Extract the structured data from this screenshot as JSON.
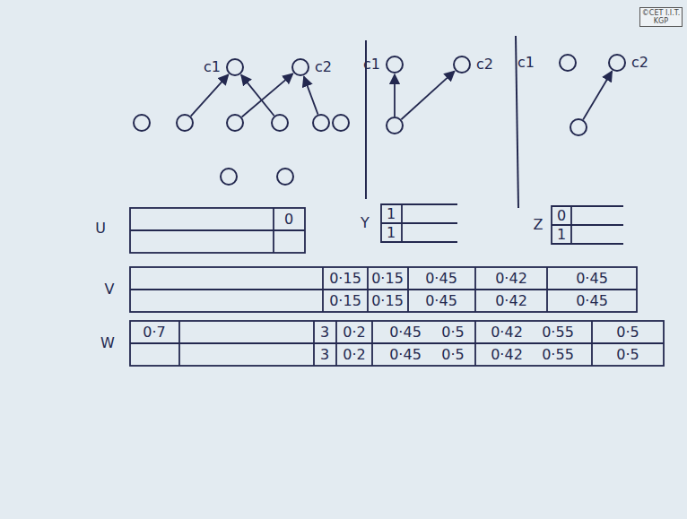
{
  "diagram": {
    "nodes": [
      {
        "text": [
          "c1"
        ]
      },
      {
        "text": [
          "c2"
        ]
      },
      {
        "text": [
          "c1"
        ]
      },
      {
        "text": [
          "c2"
        ]
      },
      {
        "text": [
          "c1"
        ]
      },
      {
        "text": [
          "c2"
        ]
      }
    ],
    "labels": [
      "©CET I.I.T. KGP",
      "U",
      "0",
      "Y",
      "1",
      "1",
      "Z",
      "0",
      "1",
      "V",
      "0·15",
      "0·15",
      "0·45",
      "0·42",
      "0·45",
      "0·15",
      "0·15",
      "0·45",
      "0·42",
      "0·45",
      "W",
      "0·7",
      "3",
      "0·2",
      "0·45",
      "0·5",
      "0·42",
      "0·55",
      "0·5",
      "3",
      "0·2",
      "0·45",
      "0·5",
      "0·42",
      "0·55",
      "0·5"
    ]
  }
}
